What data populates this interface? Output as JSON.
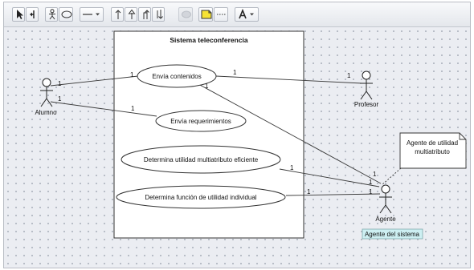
{
  "toolbar": {
    "tools": [
      {
        "name": "select-tool-icon"
      },
      {
        "name": "pointer-tool-icon"
      },
      {
        "name": "actor-tool-icon"
      },
      {
        "name": "usecase-tool-icon"
      },
      {
        "name": "line-dropdown-icon"
      },
      {
        "name": "association-tool-icon"
      },
      {
        "name": "generalization-tool-icon"
      },
      {
        "name": "include-tool-icon"
      },
      {
        "name": "extend-tool-icon"
      },
      {
        "name": "color-tool-icon"
      },
      {
        "name": "note-tool-icon"
      },
      {
        "name": "dashed-line-tool-icon"
      },
      {
        "name": "font-dropdown-icon"
      }
    ]
  },
  "diagram": {
    "system_title": "Sistema teleconferencia",
    "actors": {
      "alumno": "Alumno",
      "profesor": "Profesor",
      "agente": "Agente"
    },
    "use_cases": {
      "envia_contenidos": "Envía contenidos",
      "envia_requerimientos": "Envía requerimientos",
      "determina_multiatributo": "Determina utilidad multiatributo eficiente",
      "determina_funcion": "Determina función de utilidad individual"
    },
    "note_lines": [
      "Agente de utilidad",
      "multiatributo"
    ],
    "agent_caption": "Agente del sistema",
    "multiplicity": "1",
    "colors": {
      "line": "#3a3a3a",
      "caption_bg": "#cdeff2",
      "note_bg": "#ffffff"
    }
  }
}
